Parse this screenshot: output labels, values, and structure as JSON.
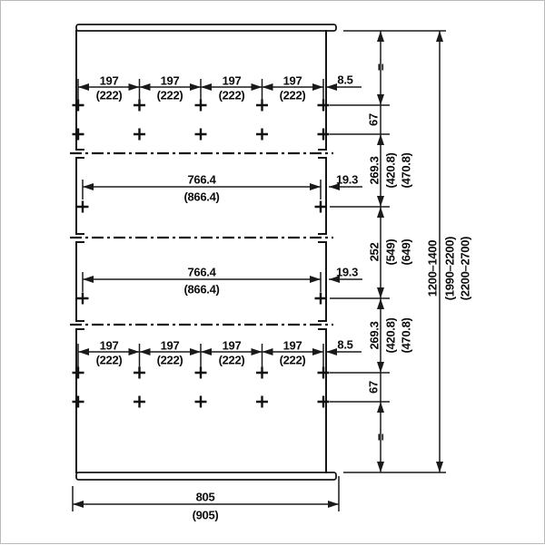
{
  "drawing": {
    "type": "technical-dimension-drawing",
    "top_row": {
      "segments": [
        {
          "v": "197",
          "alt": "(222)"
        },
        {
          "v": "197",
          "alt": "(222)"
        },
        {
          "v": "197",
          "alt": "(222)"
        },
        {
          "v": "197",
          "alt": "(222)"
        }
      ],
      "edge": "8.5"
    },
    "bottom_row": {
      "segments": [
        {
          "v": "197",
          "alt": "(222)"
        },
        {
          "v": "197",
          "alt": "(222)"
        },
        {
          "v": "197",
          "alt": "(222)"
        },
        {
          "v": "197",
          "alt": "(222)"
        }
      ],
      "edge": "8.5"
    },
    "panel_upper": {
      "v": "766.4",
      "alt": "(866.4)",
      "edge": "19.3"
    },
    "panel_lower": {
      "v": "766.4",
      "alt": "(866.4)",
      "edge": "19.3"
    },
    "chain": {
      "equal_top": "=",
      "gap_top": "67",
      "pitch_top": {
        "v": "269.3",
        "alt1": "(420.8)",
        "alt2": "(470.8)"
      },
      "mid": {
        "v": "252",
        "alt1": "(549)",
        "alt2": "(649)"
      },
      "pitch_bottom": {
        "v": "269.3",
        "alt1": "(420.8)",
        "alt2": "(470.8)"
      },
      "gap_bottom": "67",
      "equal_bottom": "="
    },
    "overall_height": {
      "v": "1200–1400",
      "alt1": "(1990–2200)",
      "alt2": "(2200–2700)"
    },
    "overall_width": {
      "v": "805",
      "alt": "(905)"
    },
    "colors": {
      "line": "#1a1a1a",
      "background": "#ffffff",
      "frame": "#b9b9b9"
    }
  }
}
